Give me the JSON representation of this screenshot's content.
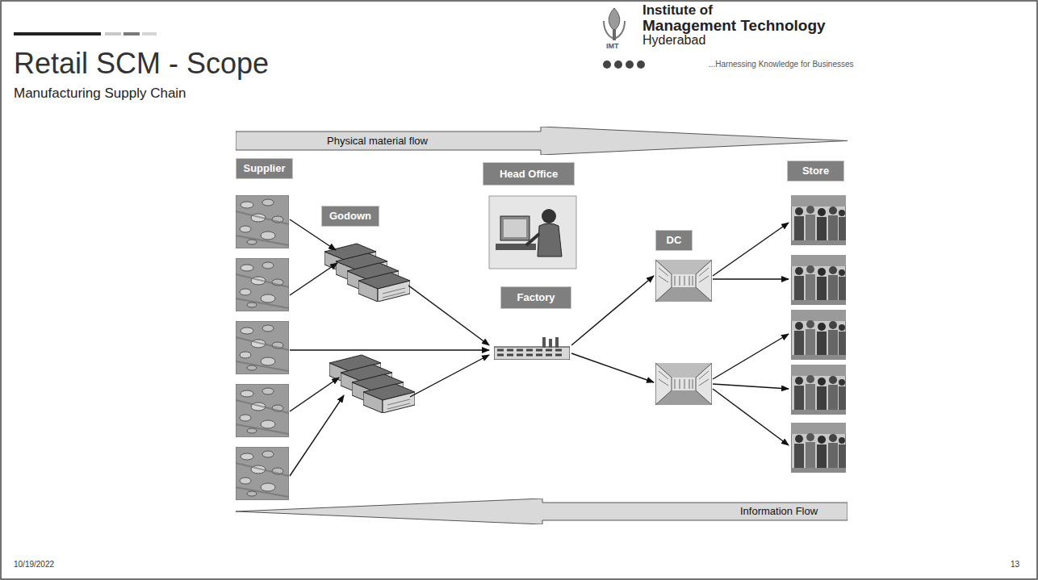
{
  "diagram": {
    "title": "Retail SCM - Scope",
    "nodes": [
      {
        "text": [
          "Physical material flow"
        ]
      },
      {
        "text": [
          "Supplier"
        ]
      },
      {
        "text": [
          "Head Office"
        ]
      },
      {
        "text": [
          "Store"
        ]
      },
      {
        "text": [
          "Godown"
        ]
      },
      {
        "text": [
          "DC"
        ]
      },
      {
        "text": [
          "Factory"
        ]
      },
      {
        "text": [
          "Information Flow"
        ]
      }
    ],
    "labels": [
      "Manufacturing Supply Chain",
      "Institute of",
      "Management Technology",
      "Hyderabad",
      "IMT",
      "...Harnessing Knowledge for Businesses",
      "10/19/2022",
      "13"
    ]
  }
}
